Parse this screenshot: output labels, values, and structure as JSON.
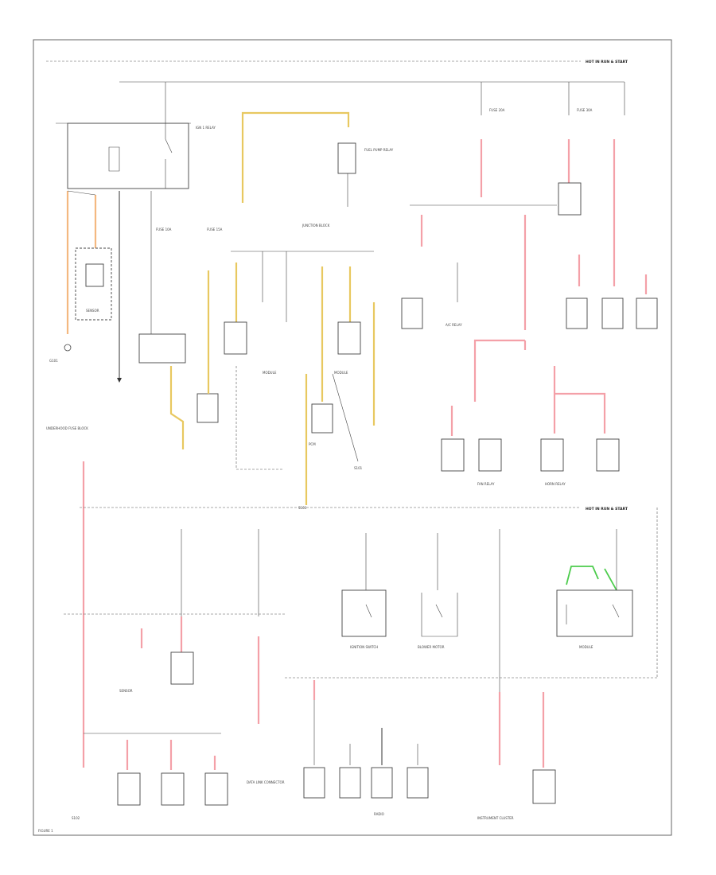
{
  "diagram": {
    "labels": {
      "top_right_hot": "HOT IN RUN & START",
      "mid_right_hot": "HOT IN RUN & START",
      "page_number": "FIGURE 1",
      "fuse_block": "UNDERHOOD FUSE BLOCK",
      "ign_relay": "IGN 1 RELAY",
      "fuel_relay": "FUEL PUMP RELAY",
      "pcm": "PCM",
      "sensor_1": "SENSOR",
      "sensor_2": "SENSOR",
      "ground_point": "G101",
      "junction_block": "JUNCTION BLOCK",
      "splice_1": "S101",
      "splice_2": "S102",
      "splice_3": "S103",
      "module_1": "MODULE",
      "module_2": "MODULE",
      "module_3": "MODULE",
      "ac_relay": "A/C RELAY",
      "fan_relay": "FAN RELAY",
      "horn_relay": "HORN RELAY",
      "ignition_switch": "IGNITION SWITCH",
      "blower_motor": "BLOWER MOTOR",
      "instrument_cluster": "INSTRUMENT CLUSTER",
      "radio": "RADIO",
      "data_link": "DATA LINK CONNECTOR",
      "fuse_1": "FUSE 10A",
      "fuse_2": "FUSE 15A",
      "fuse_3": "FUSE 20A",
      "fuse_4": "FUSE 30A"
    }
  }
}
